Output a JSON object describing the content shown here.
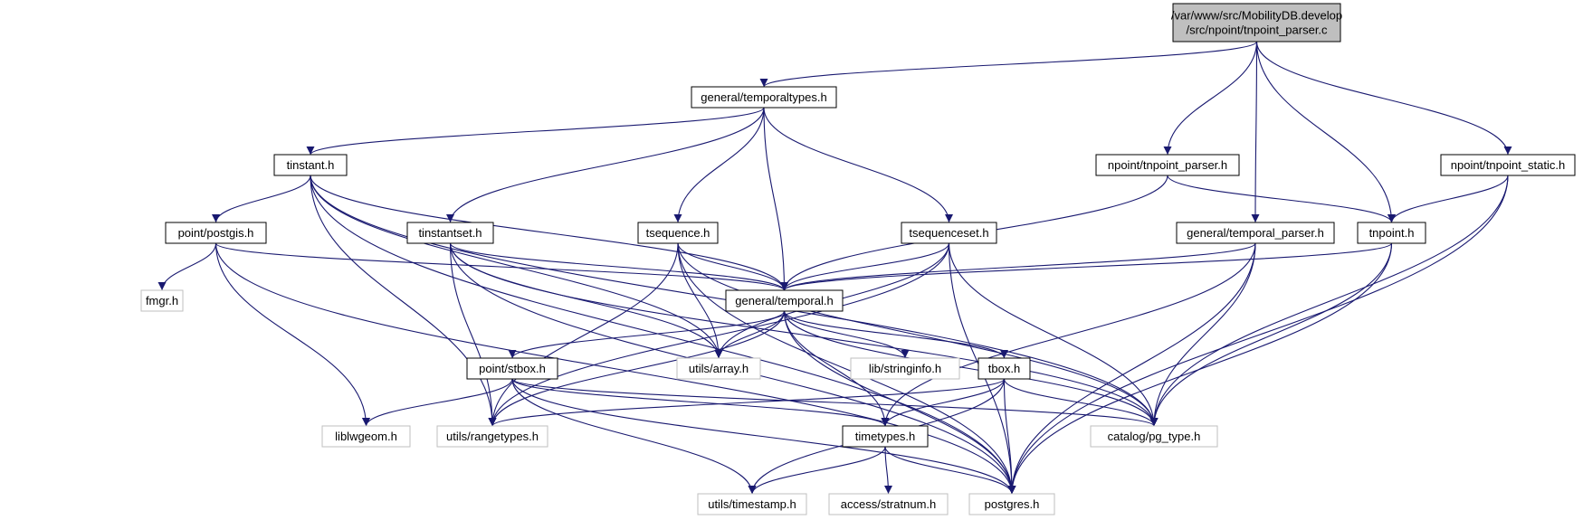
{
  "colors": {
    "edge": "#191970",
    "root_fill": "#bfbfbf",
    "node_fill": "#ffffff",
    "node_border": "#000000",
    "external_border": "#bfbfbf"
  },
  "nodes": [
    {
      "id": "root",
      "label": [
        "/var/www/src/MobilityDB.develop",
        "/src/npoint/tnpoint_parser.c"
      ],
      "kind": "root"
    },
    {
      "id": "temporaltypes",
      "label": [
        "general/temporaltypes.h"
      ],
      "kind": "local"
    },
    {
      "id": "npoint_tnpoint_parser",
      "label": [
        "npoint/tnpoint_parser.h"
      ],
      "kind": "local"
    },
    {
      "id": "temporal_parser",
      "label": [
        "general/temporal_parser.h"
      ],
      "kind": "local"
    },
    {
      "id": "tnpoint",
      "label": [
        "tnpoint.h"
      ],
      "kind": "local"
    },
    {
      "id": "tnpoint_static",
      "label": [
        "npoint/tnpoint_static.h"
      ],
      "kind": "local"
    },
    {
      "id": "tinstant",
      "label": [
        "tinstant.h"
      ],
      "kind": "local"
    },
    {
      "id": "postgis",
      "label": [
        "point/postgis.h"
      ],
      "kind": "local"
    },
    {
      "id": "tinstantset",
      "label": [
        "tinstantset.h"
      ],
      "kind": "local"
    },
    {
      "id": "tsequence",
      "label": [
        "tsequence.h"
      ],
      "kind": "local"
    },
    {
      "id": "tsequenceset",
      "label": [
        "tsequenceset.h"
      ],
      "kind": "local"
    },
    {
      "id": "fmgr",
      "label": [
        "fmgr.h"
      ],
      "kind": "external"
    },
    {
      "id": "temporal",
      "label": [
        "general/temporal.h"
      ],
      "kind": "local"
    },
    {
      "id": "stbox",
      "label": [
        "point/stbox.h"
      ],
      "kind": "local"
    },
    {
      "id": "array",
      "label": [
        "utils/array.h"
      ],
      "kind": "external"
    },
    {
      "id": "stringinfo",
      "label": [
        "lib/stringinfo.h"
      ],
      "kind": "external"
    },
    {
      "id": "tbox",
      "label": [
        "tbox.h"
      ],
      "kind": "local"
    },
    {
      "id": "liblwgeom",
      "label": [
        "liblwgeom.h"
      ],
      "kind": "external"
    },
    {
      "id": "rangetypes",
      "label": [
        "utils/rangetypes.h"
      ],
      "kind": "external"
    },
    {
      "id": "timetypes",
      "label": [
        "timetypes.h"
      ],
      "kind": "local"
    },
    {
      "id": "pg_type",
      "label": [
        "catalog/pg_type.h"
      ],
      "kind": "external"
    },
    {
      "id": "timestamp",
      "label": [
        "utils/timestamp.h"
      ],
      "kind": "external"
    },
    {
      "id": "stratnum",
      "label": [
        "access/stratnum.h"
      ],
      "kind": "external"
    },
    {
      "id": "postgres",
      "label": [
        "postgres.h"
      ],
      "kind": "external"
    }
  ],
  "edges": [
    [
      "root",
      "temporaltypes"
    ],
    [
      "root",
      "npoint_tnpoint_parser"
    ],
    [
      "root",
      "temporal_parser"
    ],
    [
      "root",
      "tnpoint"
    ],
    [
      "root",
      "tnpoint_static"
    ],
    [
      "temporaltypes",
      "tinstant"
    ],
    [
      "temporaltypes",
      "tinstantset"
    ],
    [
      "temporaltypes",
      "tsequence"
    ],
    [
      "temporaltypes",
      "tsequenceset"
    ],
    [
      "temporaltypes",
      "temporal"
    ],
    [
      "tinstant",
      "postgis"
    ],
    [
      "tinstant",
      "temporal"
    ],
    [
      "tinstant",
      "array"
    ],
    [
      "tinstant",
      "rangetypes"
    ],
    [
      "tinstant",
      "pg_type"
    ],
    [
      "tinstant",
      "postgres"
    ],
    [
      "postgis",
      "fmgr"
    ],
    [
      "postgis",
      "temporal"
    ],
    [
      "postgis",
      "liblwgeom"
    ],
    [
      "postgis",
      "postgres"
    ],
    [
      "tinstantset",
      "temporal"
    ],
    [
      "tinstantset",
      "array"
    ],
    [
      "tinstantset",
      "rangetypes"
    ],
    [
      "tinstantset",
      "pg_type"
    ],
    [
      "tinstantset",
      "postgres"
    ],
    [
      "tsequence",
      "temporal"
    ],
    [
      "tsequence",
      "array"
    ],
    [
      "tsequence",
      "rangetypes"
    ],
    [
      "tsequence",
      "pg_type"
    ],
    [
      "tsequence",
      "postgres"
    ],
    [
      "tsequenceset",
      "temporal"
    ],
    [
      "tsequenceset",
      "array"
    ],
    [
      "tsequenceset",
      "rangetypes"
    ],
    [
      "tsequenceset",
      "pg_type"
    ],
    [
      "tsequenceset",
      "postgres"
    ],
    [
      "npoint_tnpoint_parser",
      "temporal"
    ],
    [
      "npoint_tnpoint_parser",
      "tnpoint"
    ],
    [
      "temporal_parser",
      "temporal"
    ],
    [
      "temporal_parser",
      "timetypes"
    ],
    [
      "temporal_parser",
      "pg_type"
    ],
    [
      "temporal_parser",
      "postgres"
    ],
    [
      "tnpoint",
      "temporal"
    ],
    [
      "tnpoint",
      "pg_type"
    ],
    [
      "tnpoint",
      "postgres"
    ],
    [
      "tnpoint_static",
      "tnpoint"
    ],
    [
      "tnpoint_static",
      "pg_type"
    ],
    [
      "tnpoint_static",
      "postgres"
    ],
    [
      "temporal",
      "stbox"
    ],
    [
      "temporal",
      "array"
    ],
    [
      "temporal",
      "stringinfo"
    ],
    [
      "temporal",
      "tbox"
    ],
    [
      "temporal",
      "rangetypes"
    ],
    [
      "temporal",
      "timetypes"
    ],
    [
      "temporal",
      "pg_type"
    ],
    [
      "temporal",
      "postgres"
    ],
    [
      "stbox",
      "liblwgeom"
    ],
    [
      "stbox",
      "timetypes"
    ],
    [
      "stbox",
      "pg_type"
    ],
    [
      "stbox",
      "timestamp"
    ],
    [
      "stbox",
      "postgres"
    ],
    [
      "tbox",
      "rangetypes"
    ],
    [
      "tbox",
      "timetypes"
    ],
    [
      "tbox",
      "pg_type"
    ],
    [
      "tbox",
      "timestamp"
    ],
    [
      "tbox",
      "postgres"
    ],
    [
      "timetypes",
      "timestamp"
    ],
    [
      "timetypes",
      "stratnum"
    ],
    [
      "timetypes",
      "postgres"
    ]
  ]
}
